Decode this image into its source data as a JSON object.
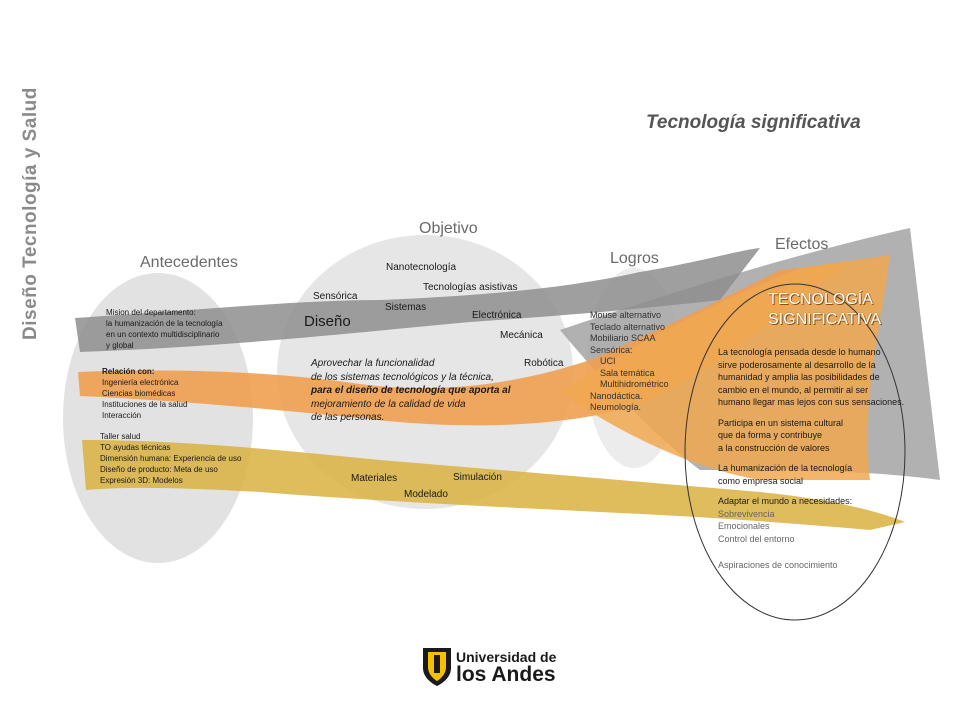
{
  "side_title": "Diseño Tecnología y Salud",
  "main_title": "Tecnología significativa",
  "headers": {
    "antecedentes": "Antecedentes",
    "objetivo": "Objetivo",
    "logros": "Logros",
    "efectos": "Efectos"
  },
  "antecedentes": {
    "mision": [
      "Mision del departamento:",
      "la humanización de la tecnología",
      " en un contexto multidisciplinario",
      "y global"
    ],
    "relacion": [
      "Relación con:",
      "Ingeniería electrónica",
      "Ciencias biomédicas",
      "Instituciones de la salud",
      "Interacción"
    ],
    "taller": [
      "Taller salud",
      "TO ayudas técnicas",
      "Dimensión humana: Experiencia de uso",
      "Diseño de producto: Meta de uso",
      "Expresión 3D: Modelos"
    ]
  },
  "objetivo": {
    "nanotecnologia": "Nanotecnología",
    "sensorica": "Sensórica",
    "tecnologias_asistivas": "Tecnologías asistivas",
    "sistemas": "Sistemas",
    "diseno": "Diseño",
    "electronica": "Electrónica",
    "mecanica": "Mecánica",
    "robotica": "Robótica",
    "materiales": "Materiales",
    "simulacion": "Simulación",
    "modelado": "Modelado",
    "mission_lines": [
      "Aprovechar la funcionalidad",
      "de  los sistemas tecnológicos  y la técnica,",
      "para el diseño de tecnología que aporta al",
      "mejoramiento de la calidad de vida",
      "de las personas."
    ]
  },
  "logros": [
    "Mouse alternativo",
    "Teclado alternativo",
    "Mobiliario SCAA",
    "Sensórica:",
    "    UCI",
    "    Sala temática",
    "    Multihidrométrico",
    "Nanodáctica.",
    "Neumología."
  ],
  "efectos": {
    "title_lines": [
      "TECNOLOGÍA",
      "SIGNIFICATIVA"
    ],
    "p1": [
      "La tecnología pensada desde lo humano",
      "sirve poderosamente al desarrollo de la",
      "humanidad y amplia las posibilidades de",
      "cambio en el mundo,  al permitir al ser",
      "humano llegar mas lejos con sus sensaciones."
    ],
    "p2": [
      "Participa en un sistema cultural",
      "que da forma y contribuye",
      "a la construcción de valores"
    ],
    "p3": [
      "La  humanización de la tecnología",
      "como empresa social"
    ],
    "p4_head": "Adaptar el mundo a necesidades:",
    "p4": [
      "Sobrevivencia",
      "Emocionales",
      "Control del entorno"
    ],
    "p5": "Aspiraciones de conocimiento"
  },
  "logo": {
    "line1": "Universidad de",
    "line2": "los Andes",
    "colors": {
      "shield": "#1a1a1a",
      "gold": "#f2c200"
    }
  },
  "colors": {
    "gray_band": "#9a9a9a",
    "orange_band": "#f0a050",
    "gold_band": "#d9b040",
    "ellipse": "#e0e0e0"
  }
}
